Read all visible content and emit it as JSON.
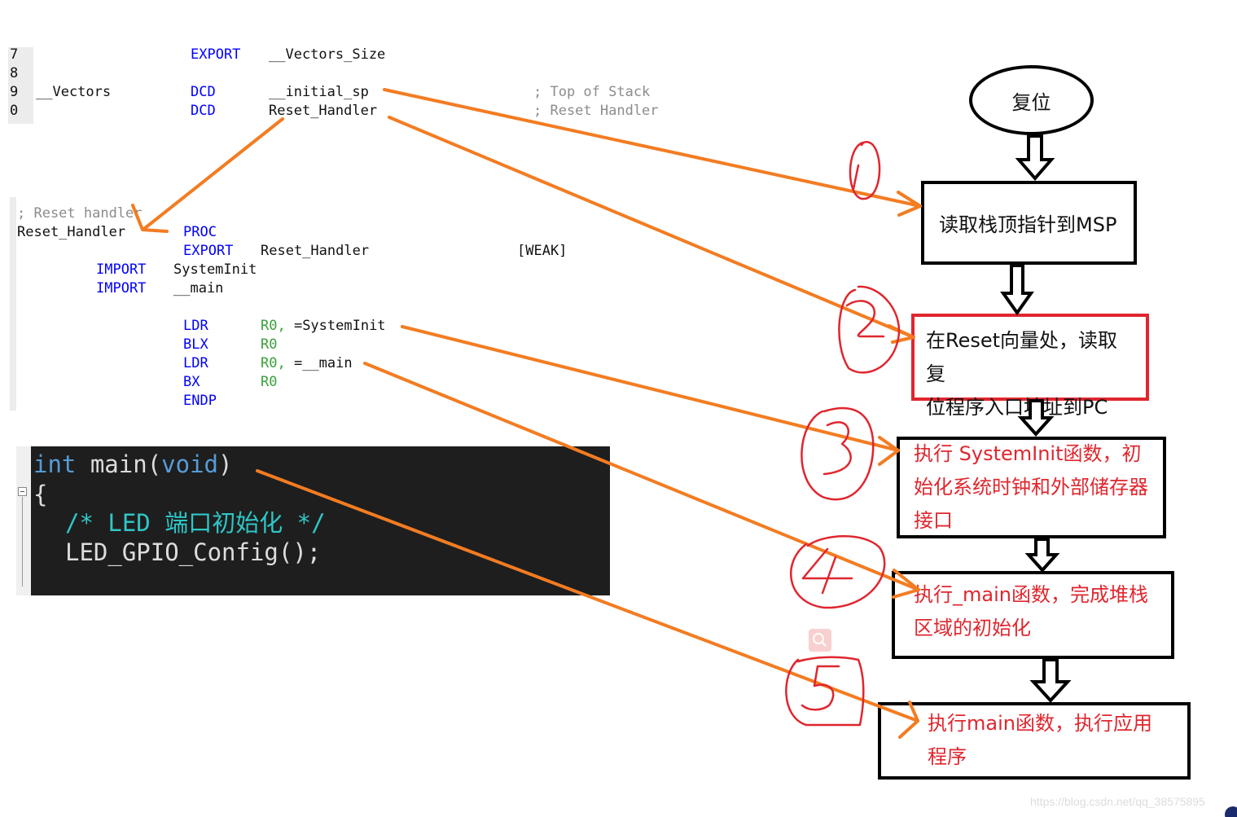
{
  "top_code": {
    "gutter_numbers": [
      "7",
      "8",
      "9",
      "0"
    ],
    "line1": {
      "directive": "EXPORT",
      "symbol": "__Vectors_Size"
    },
    "line3": {
      "label": "__Vectors",
      "directive": "DCD",
      "symbol": "__initial_sp",
      "comment": "; Top of Stack"
    },
    "line4": {
      "directive": "DCD",
      "symbol": "Reset_Handler",
      "comment": "; Reset Handler"
    }
  },
  "handler_code": {
    "comment": "; Reset handler",
    "label": "Reset_Handler",
    "proc": "PROC",
    "export": "EXPORT",
    "export_symbol": "Reset_Handler",
    "weak": "[WEAK]",
    "import1": "IMPORT",
    "import1_symbol": "SystemInit",
    "import2": "IMPORT",
    "import2_symbol": "__main",
    "ldr1": "LDR",
    "ldr1_reg": "R0,",
    "ldr1_target": " =SystemInit",
    "blx": "BLX",
    "blx_reg": "R0",
    "ldr2": "LDR",
    "ldr2_reg": "R0,",
    "ldr2_target": " =__main",
    "bx": "BX",
    "bx_reg": "R0",
    "endp": "ENDP"
  },
  "main_code": {
    "kw_int": "int",
    "fn_main": " main(",
    "kw_void": "void",
    "close": ")",
    "brace": "{",
    "comment": "/* LED 端口初始化 */",
    "call": "LED_GPIO_Config();"
  },
  "flow": {
    "start": "复位",
    "step1": "读取栈顶指针到MSP",
    "step2_line1": "在Reset向量处，读取复",
    "step2_line2": "位程序入口地址到PC",
    "step3_line1": "执行 SystemInit函数，初",
    "step3_line2": "始化系统时钟和外部储存器",
    "step3_line3": "接口",
    "step4_line1": "执行_main函数，完成堆栈",
    "step4_line2": "区域的初始化",
    "step5_line1": "执行main函数，执行应用",
    "step5_line2": "程序"
  },
  "watermark": "https://blog.csdn.net/qq_38575895",
  "colors": {
    "arrow": "#f37c22",
    "handwriting": "#e0262e",
    "keyword": "#0000ff",
    "register": "#3aa03a"
  }
}
